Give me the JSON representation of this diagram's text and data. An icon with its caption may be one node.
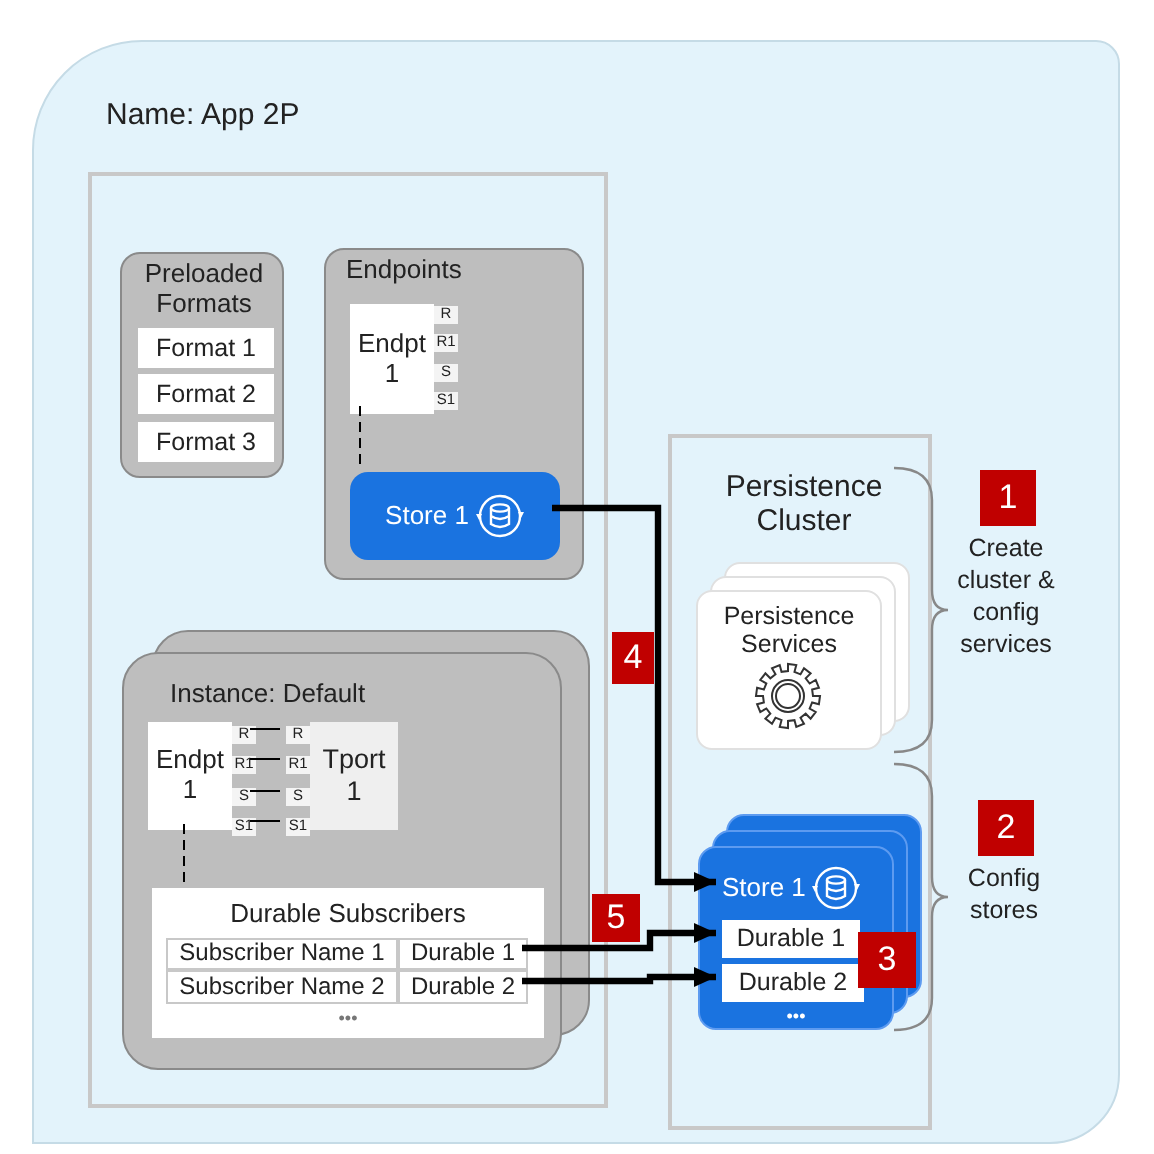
{
  "diagram": {
    "nodes": [
      {
        "text": [
          "Name: App 2P"
        ]
      },
      {
        "text": [],
        "shape": "box",
        "in": 0
      },
      {
        "text": [
          "Preloaded Formats"
        ],
        "in": 1
      },
      {
        "text": [
          "Format 1"
        ],
        "in": 2
      },
      {
        "text": [
          "Format 2"
        ],
        "in": 2
      },
      {
        "text": [
          "Format 3"
        ],
        "in": 2
      },
      {
        "text": [
          "Endpoints"
        ],
        "in": 1
      },
      {
        "text": [
          "Endpt 1"
        ],
        "in": 6
      },
      {
        "text": [
          "R"
        ],
        "in": 6
      },
      {
        "text": [
          "R1"
        ],
        "in": 6
      },
      {
        "text": [
          "S"
        ],
        "in": 6
      },
      {
        "text": [
          "S1"
        ],
        "in": 6
      },
      {
        "text": [
          "Store 1"
        ],
        "in": 6
      },
      {
        "text": [
          "Instance: Default"
        ],
        "in": 1
      },
      {
        "text": [
          "Endpt 1"
        ],
        "in": 13
      },
      {
        "text": [
          "R"
        ],
        "in": 13
      },
      {
        "text": [
          "R1"
        ],
        "in": 13
      },
      {
        "text": [
          "S"
        ],
        "in": 13
      },
      {
        "text": [
          "S1"
        ],
        "in": 13
      },
      {
        "text": [
          "R"
        ],
        "in": 13
      },
      {
        "text": [
          "R1"
        ],
        "in": 13
      },
      {
        "text": [
          "S"
        ],
        "in": 13
      },
      {
        "text": [
          "S1"
        ],
        "in": 13
      },
      {
        "text": [
          "Tport 1"
        ],
        "in": 13
      },
      {
        "text": [
          "Durable Subscribers",
          "•••"
        ],
        "in": 13
      },
      {
        "text": [
          "Subscriber Name 1"
        ],
        "in": 24
      },
      {
        "text": [
          "Durable 1"
        ],
        "in": 24
      },
      {
        "text": [
          "Subscriber Name 2"
        ],
        "in": 24
      },
      {
        "text": [
          "Durable 2"
        ],
        "in": 24
      },
      {
        "text": [
          "Persistence Cluster"
        ],
        "in": 0
      },
      {
        "text": [
          "Persistence Services"
        ],
        "in": 29
      },
      {
        "text": [
          "•••"
        ],
        "in": 29
      },
      {
        "text": [
          "Store 1"
        ],
        "in": 31
      },
      {
        "text": [
          "Durable 1"
        ],
        "in": 31
      },
      {
        "text": [
          "Durable 2"
        ],
        "in": 31
      },
      {
        "text": [
          "1"
        ],
        "beside": [
          "Create cluster & config services"
        ],
        "in": 0
      },
      {
        "text": [
          "2"
        ],
        "beside": [
          "Config stores"
        ],
        "in": 0
      },
      {
        "text": [
          "3"
        ],
        "in": 31
      },
      {
        "text": [
          "4"
        ],
        "in": 0
      },
      {
        "text": [
          "5"
        ],
        "in": 0
      }
    ],
    "edges": [
      {
        "from": 7,
        "to": 12,
        "arrow": "none",
        "style": "dashed"
      },
      {
        "from": 15,
        "to": 19,
        "arrow": "none"
      },
      {
        "from": 16,
        "to": 20,
        "arrow": "none"
      },
      {
        "from": 17,
        "to": 21,
        "arrow": "none"
      },
      {
        "from": 18,
        "to": 22,
        "arrow": "none"
      },
      {
        "from": 14,
        "to": 24,
        "arrow": "none",
        "style": "dashed"
      },
      {
        "from": 12,
        "to": 32,
        "arrow": "to",
        "style": "thick"
      },
      {
        "from": 26,
        "to": 33,
        "arrow": "to",
        "style": "thick"
      },
      {
        "from": 28,
        "to": 34,
        "arrow": "to",
        "style": "thick"
      }
    ]
  }
}
